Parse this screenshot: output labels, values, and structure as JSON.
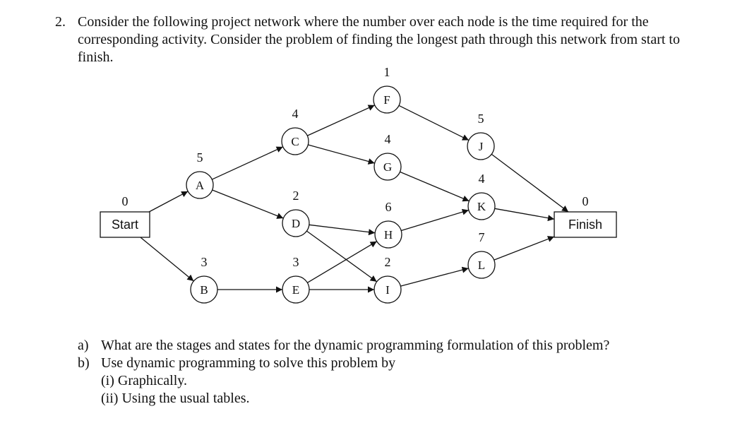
{
  "problem": {
    "number": "2.",
    "text": "Consider the following project network where the number over each node is the time required for the corresponding activity. Consider the problem of finding the longest path through this network from start to finish."
  },
  "network": {
    "nodes": [
      {
        "id": "Start",
        "label": "Start",
        "time": "0",
        "shape": "box"
      },
      {
        "id": "A",
        "label": "A",
        "time": "5",
        "shape": "circle"
      },
      {
        "id": "B",
        "label": "B",
        "time": "3",
        "shape": "circle"
      },
      {
        "id": "C",
        "label": "C",
        "time": "4",
        "shape": "circle"
      },
      {
        "id": "D",
        "label": "D",
        "time": "2",
        "shape": "circle"
      },
      {
        "id": "E",
        "label": "E",
        "time": "3",
        "shape": "circle"
      },
      {
        "id": "F",
        "label": "F",
        "time": "1",
        "shape": "circle"
      },
      {
        "id": "G",
        "label": "G",
        "time": "4",
        "shape": "circle"
      },
      {
        "id": "H",
        "label": "H",
        "time": "6",
        "shape": "circle"
      },
      {
        "id": "I",
        "label": "I",
        "time": "2",
        "shape": "circle"
      },
      {
        "id": "J",
        "label": "J",
        "time": "5",
        "shape": "circle"
      },
      {
        "id": "K",
        "label": "K",
        "time": "4",
        "shape": "circle"
      },
      {
        "id": "L",
        "label": "L",
        "time": "7",
        "shape": "circle"
      },
      {
        "id": "Finish",
        "label": "Finish",
        "time": "0",
        "shape": "box"
      }
    ],
    "edges": [
      [
        "Start",
        "A"
      ],
      [
        "Start",
        "B"
      ],
      [
        "A",
        "C"
      ],
      [
        "A",
        "D"
      ],
      [
        "B",
        "E"
      ],
      [
        "C",
        "F"
      ],
      [
        "C",
        "G"
      ],
      [
        "D",
        "H"
      ],
      [
        "D",
        "I"
      ],
      [
        "E",
        "H"
      ],
      [
        "E",
        "I"
      ],
      [
        "F",
        "J"
      ],
      [
        "G",
        "K"
      ],
      [
        "H",
        "K"
      ],
      [
        "I",
        "L"
      ],
      [
        "J",
        "Finish"
      ],
      [
        "K",
        "Finish"
      ],
      [
        "L",
        "Finish"
      ]
    ]
  },
  "questions": [
    {
      "label": "a)",
      "text": "What are the stages and states for the dynamic programming formulation of this problem?"
    },
    {
      "label": "b)",
      "text": "Use dynamic programming to solve this problem by"
    }
  ],
  "subquestions": [
    {
      "label": "(i)",
      "text": "Graphically."
    },
    {
      "label": "(ii)",
      "text": "Using the usual tables."
    }
  ]
}
